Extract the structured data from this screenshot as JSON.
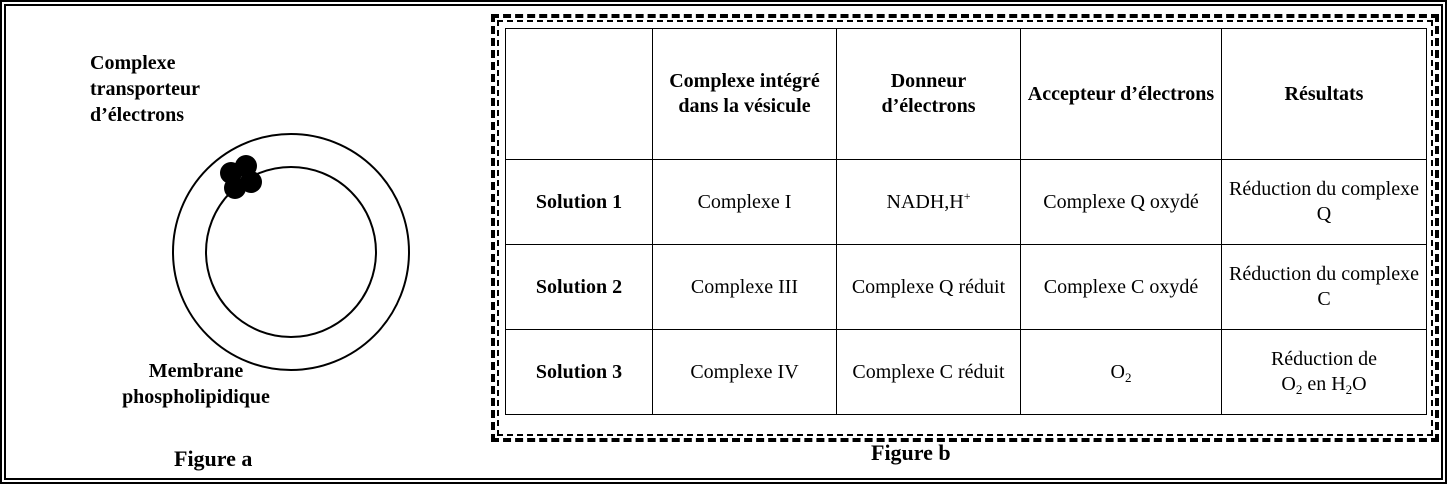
{
  "figure_a": {
    "complexe_label": [
      "Complexe",
      "transporteur",
      "d’électrons"
    ],
    "membrane_label": [
      "Membrane",
      "phospholipidique"
    ],
    "caption": "Figure a"
  },
  "figure_b": {
    "caption": "Figure b",
    "headers": [
      "",
      "Complexe intégré dans la vésicule",
      "Donneur d’électrons",
      "Accepteur d’électrons",
      "Résultats"
    ],
    "rows": [
      {
        "label": "Solution 1",
        "complexe": "Complexe I",
        "donneur": "NADH,H",
        "donneur_sup": "+",
        "accepteur": "Complexe Q oxydé",
        "resultat": "Réduction du complexe Q"
      },
      {
        "label": "Solution 2",
        "complexe": "Complexe III",
        "donneur": "Complexe Q réduit",
        "accepteur": "Complexe C oxydé",
        "resultat": "Réduction du complexe C"
      },
      {
        "label": "Solution 3",
        "complexe": "Complexe IV",
        "donneur": "Complexe C réduit",
        "accepteur_main": "O",
        "accepteur_sub": "2",
        "resultat_parts": [
          "Réduction de",
          "O",
          "2",
          " en H",
          "2",
          "O"
        ]
      }
    ]
  }
}
